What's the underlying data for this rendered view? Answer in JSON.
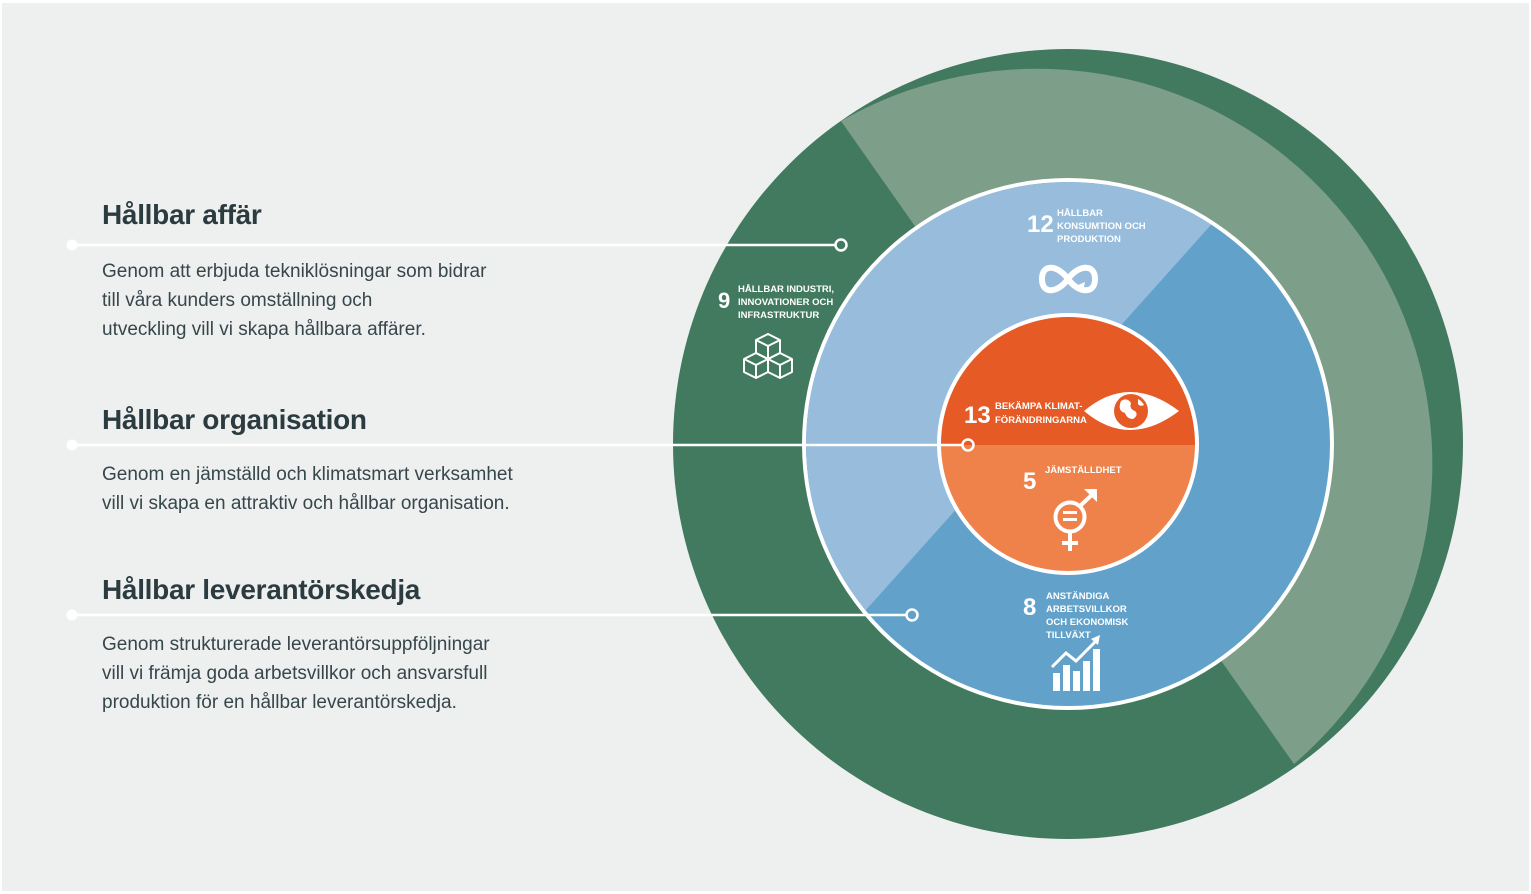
{
  "sections": [
    {
      "heading": "Hållbar affär",
      "lines": [
        "Genom att erbjuda tekniklösningar som bidrar",
        "till våra kunders omställning och",
        "utveckling vill vi skapa hållbara affärer."
      ]
    },
    {
      "heading": "Hållbar organisation",
      "lines": [
        "Genom en jämställd och klimatsmart verksamhet",
        "vill vi skapa en attraktiv och hållbar organisation."
      ]
    },
    {
      "heading": "Hållbar leverantörskedja",
      "lines": [
        "Genom strukturerade leverantörsuppföljningar",
        "vill vi främja goda arbetsvillkor och ansvarsfull",
        "produktion för en hållbar leverantörskedja."
      ]
    }
  ],
  "goals": {
    "g9": {
      "number": "9",
      "lines": [
        "HÅLLBAR INDUSTRI,",
        "INNOVATIONER OCH",
        "INFRASTRUKTUR"
      ],
      "icon": "cubes-icon"
    },
    "g12": {
      "number": "12",
      "lines": [
        "HÅLLBAR",
        "KONSUMTION OCH",
        "PRODUKTION"
      ],
      "icon": "infinity-icon"
    },
    "g13": {
      "number": "13",
      "lines": [
        "BEKÄMPA KLIMAT-",
        "FÖRÄNDRINGARNA"
      ],
      "icon": "eye-globe-icon"
    },
    "g5": {
      "number": "5",
      "lines": [
        "JÄMSTÄLLDHET"
      ],
      "icon": "gender-equality-icon"
    },
    "g8": {
      "number": "8",
      "lines": [
        "ANSTÄNDIGA",
        "ARBETSVILLKOR",
        "OCH EKONOMISK",
        "TILLVÄXT"
      ],
      "icon": "growth-chart-icon"
    }
  },
  "colors": {
    "background": "#eef0ef",
    "outer_ring_light": "#7d9e89",
    "outer_ring_dark": "#427a5f",
    "middle_ring_light": "#97bcdc",
    "middle_ring_dark": "#62a2ca",
    "inner_top": "#e65a25",
    "inner_bottom": "#ee824a",
    "text_dark": "#2c3b40"
  }
}
